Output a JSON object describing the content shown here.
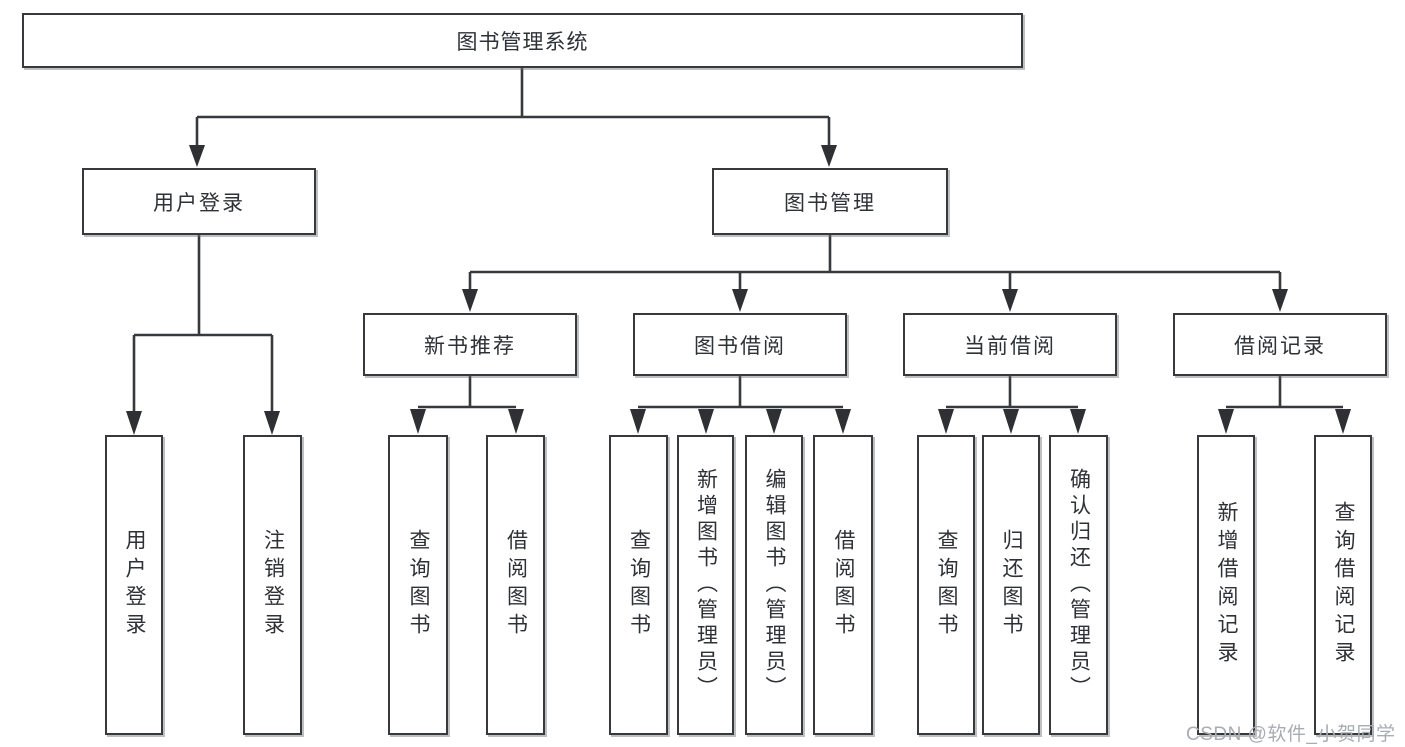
{
  "diagram": {
    "title": "图书管理系统",
    "branches": {
      "user_login": {
        "label": "用户登录",
        "children": [
          "用户登录",
          "注销登录"
        ]
      },
      "book_management": {
        "label": "图书管理",
        "sections": [
          {
            "label": "新书推荐",
            "children": [
              "查询图书",
              "借阅图书"
            ]
          },
          {
            "label": "图书借阅",
            "children": [
              "查询图书",
              "新增图书（管理员）",
              "编辑图书（管理员）",
              "借阅图书"
            ]
          },
          {
            "label": "当前借阅",
            "children": [
              "查询图书",
              "归还图书",
              "确认归还（管理员）"
            ]
          },
          {
            "label": "借阅记录",
            "children": [
              "新增借阅记录",
              "查询借阅记录"
            ]
          }
        ]
      }
    }
  },
  "watermark": "CSDN @软件_小贺同学",
  "colors": {
    "line": "#37393d",
    "arrow_fill": "#2e3033",
    "box_border": "#37393d",
    "text": "#2e3136",
    "watermark_text": "#a8acb4",
    "background": "#ffffff"
  }
}
